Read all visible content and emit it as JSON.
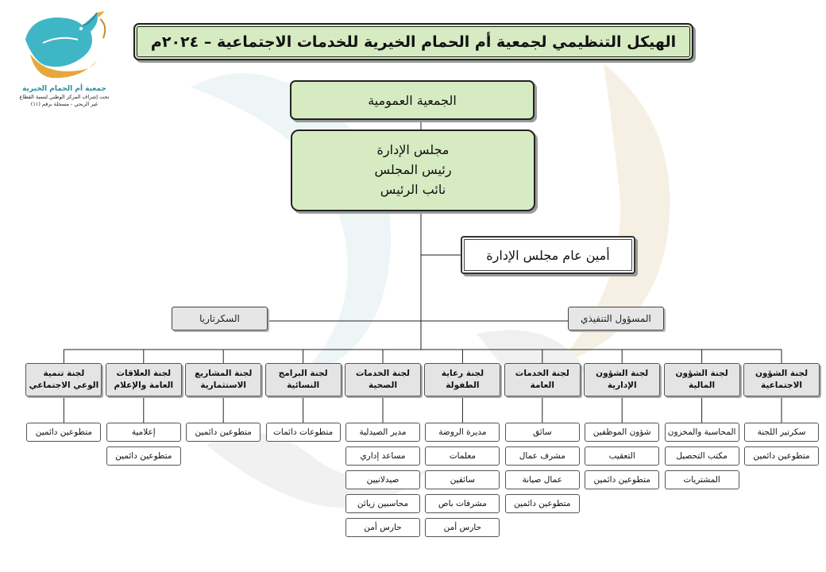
{
  "title": "الهيكل التنظيمي لجمعية أم الحمام الخيرية للخدمات الاجتماعية – ٢٠٢٤م",
  "logo": {
    "name": "جمعية أم الحمام الخيرية",
    "caption_lines": [
      "تحت إشراف المركز الوطني لتنمية القطاع",
      "غير الربحي - مسجلة برقم (١١)"
    ]
  },
  "general_assembly": "الجمعية العمومية",
  "board": {
    "lines": [
      "مجلس الإدارة",
      "رئيس المجلس",
      "نائب الرئيس"
    ]
  },
  "board_secretary": "أمين عام مجلس الإدارة",
  "secretariat": "السكرتاريا",
  "executive": "المسؤول التنفيذي",
  "committees": [
    {
      "title": [
        "لجنة الشؤون",
        "الاجتماعية"
      ],
      "items": [
        "سكرتير اللجنة",
        "متطوعين دائمين"
      ]
    },
    {
      "title": [
        "لجنة الشؤون",
        "المالية"
      ],
      "items": [
        "المحاسبة والمخزون",
        "مكتب التحصيل",
        "المشتريات"
      ]
    },
    {
      "title": [
        "لجنة الشؤون",
        "الإدارية"
      ],
      "items": [
        "شؤون الموظفين",
        "التعقيب",
        "متطوعين دائمين"
      ]
    },
    {
      "title": [
        "لجنة الخدمات",
        "العامة"
      ],
      "items": [
        "سائق",
        "مشرف عمال",
        "عمال صيانة",
        "متطوعين دائمين"
      ]
    },
    {
      "title": [
        "لجنة رعاية",
        "الطفولة"
      ],
      "items": [
        "مديرة الروضة",
        "معلمات",
        "سائقين",
        "مشرفات باص",
        "حارس أمن"
      ]
    },
    {
      "title": [
        "لجنة الخدمات",
        "الصحية"
      ],
      "items": [
        "مدير الصيدلية",
        "مساعد إداري",
        "صيدلانيين",
        "محاسبين زيائن",
        "حارس أمن"
      ]
    },
    {
      "title": [
        "لجنة البرامج",
        "النسائية"
      ],
      "items": [
        "متطوعات دائمات"
      ]
    },
    {
      "title": [
        "لجنة المشاريع",
        "الاستثمارية"
      ],
      "items": [
        "متطوعين دائمين"
      ]
    },
    {
      "title": [
        "لجنة العلاقات",
        "العامة والإعلام"
      ],
      "items": [
        "إعلامية",
        "متطوعين دائمين"
      ]
    },
    {
      "title": [
        "لجنة تنمية",
        "الوعي الاجتماعي"
      ],
      "items": [
        "متطوعين دائمين"
      ]
    }
  ],
  "colors": {
    "header_fill": "#d7ebc2",
    "committee_fill": "#e4e4e4",
    "logo_teal": "#3fb6c6",
    "logo_gold": "#e8a73a",
    "watermark": "#eef4f1"
  }
}
